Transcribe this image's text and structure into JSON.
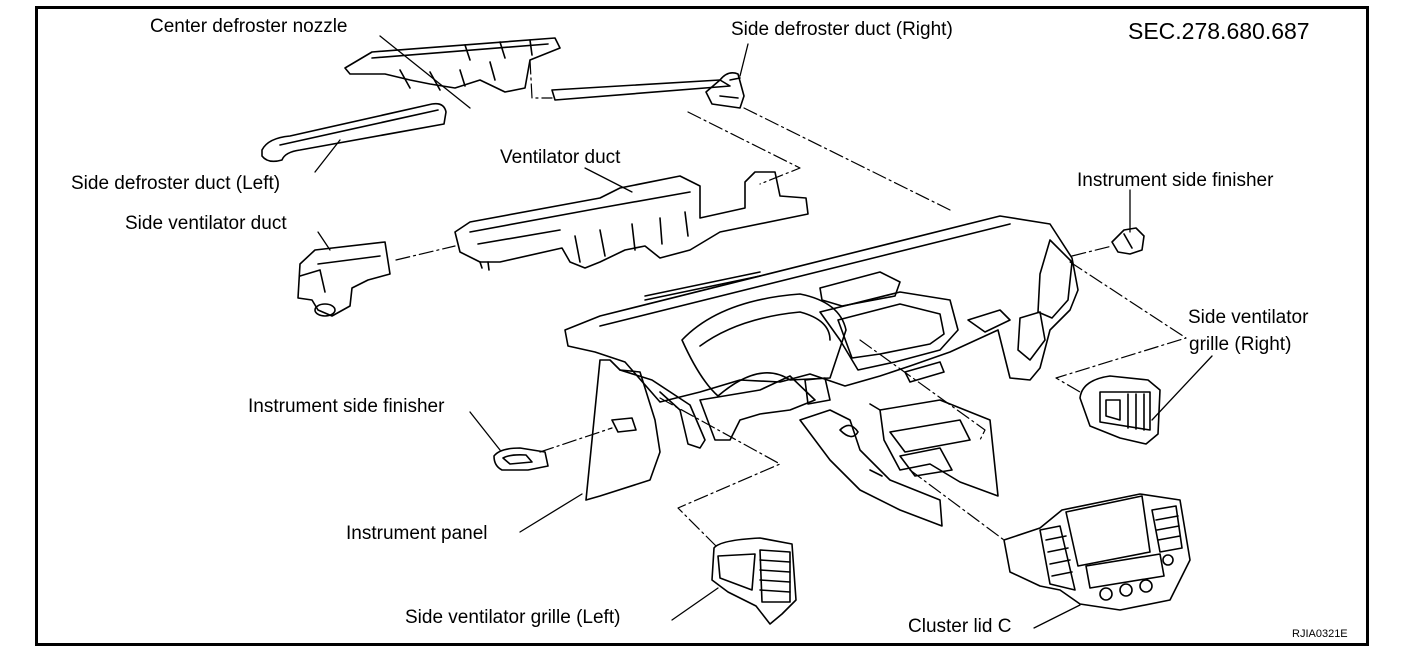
{
  "section_code": "SEC.278.680.687",
  "figure_code": "RJIA0321E",
  "labels": {
    "center_defroster_nozzle": "Center defroster nozzle",
    "side_defroster_duct_right": "Side defroster duct (Right)",
    "side_defroster_duct_left": "Side defroster duct (Left)",
    "ventilator_duct": "Ventilator duct",
    "instrument_side_finisher_right": "Instrument side finisher",
    "side_ventilator_duct": "Side ventilator duct",
    "side_ventilator_grille_right_line1": "Side ventilator",
    "side_ventilator_grille_right_line2": "grille (Right)",
    "instrument_side_finisher_left": "Instrument side finisher",
    "instrument_panel": "Instrument panel",
    "side_ventilator_grille_left": "Side ventilator grille (Left)",
    "cluster_lid_c": "Cluster lid C"
  },
  "colors": {
    "ink": "#000000",
    "paper": "#ffffff"
  }
}
